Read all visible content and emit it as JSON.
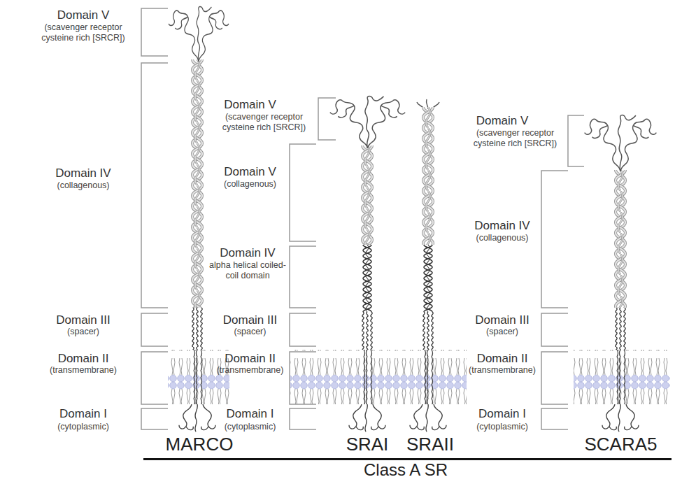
{
  "diagram": {
    "caption": "Class A SR",
    "labels": [
      "Domain V",
      "(scavenger receptor cysteine rich [SRCR])",
      "Domain IV",
      "(collagenous)",
      "Domain III",
      "(spacer)",
      "Domain II",
      "(transmembrane)",
      "Domain I",
      "(cytoplasmic)",
      "MARCO",
      "Domain V",
      "(scavenger receptor cysteine rich [SRCR])",
      "Domain V",
      "(collagenous)",
      "Domain IV",
      "alpha helical coiled-coil domain",
      "Domain III",
      "(spacer)",
      "Domain II",
      "(transmembrane)",
      "Domain I",
      "(cytoplasmic)",
      "SRAI",
      "SRAII",
      "Domain V",
      "(scavenger receptor cysteine rich [SRCR])",
      "Domain IV",
      "(collagenous)",
      "Domain III",
      "(spacer)",
      "Domain II",
      "(transmembrane)",
      "Domain I",
      "(cytoplasmic)",
      "SCARA5"
    ]
  }
}
